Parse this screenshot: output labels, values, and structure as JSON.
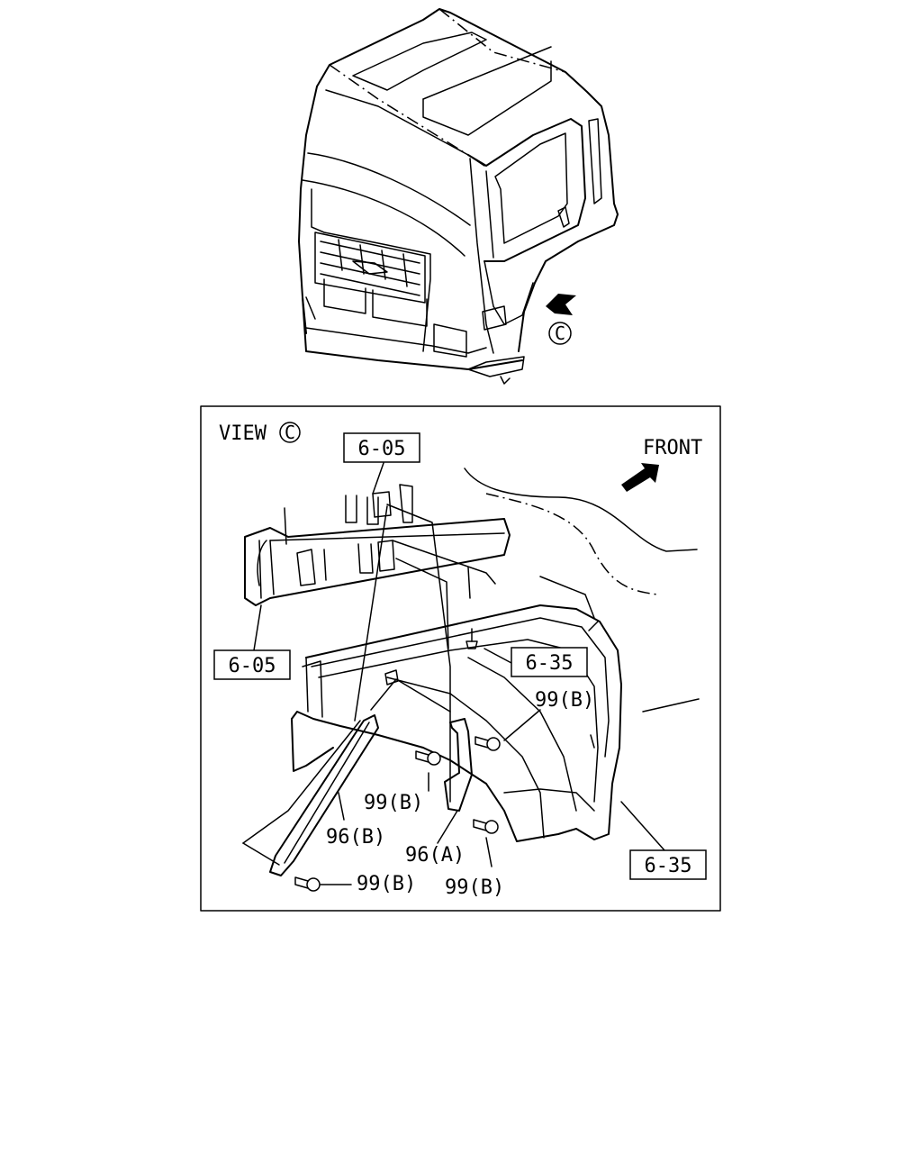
{
  "view_title": "VIEW",
  "view_marker": "C",
  "arrow_marker": "C",
  "front_label": "FRONT",
  "callouts": {
    "top_6_05": "6-05",
    "left_6_05": "6-05",
    "upper_6_35": "6-35",
    "lower_6_35": "6-35",
    "bolt_99b_upper_right": "99(B)",
    "bolt_99b_center": "99(B)",
    "bolt_99b_bottom_left": "99(B)",
    "bolt_99b_bottom_right": "99(B)",
    "stay_96b": "96(B)",
    "stay_96a": "96(A)"
  }
}
